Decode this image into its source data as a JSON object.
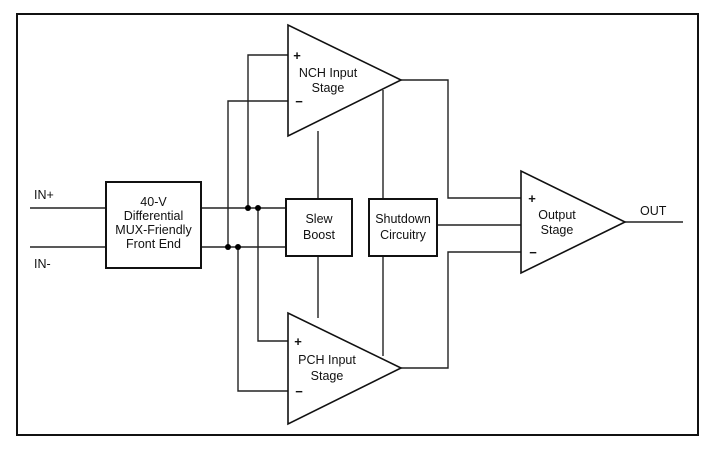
{
  "diagram": {
    "ports": {
      "in_plus": "IN+",
      "in_minus": "IN-",
      "out": "OUT"
    },
    "front_end": {
      "line1": "40-V",
      "line2": "Differential",
      "line3": "MUX-Friendly",
      "line4": "Front End"
    },
    "nch_stage": {
      "plus": "+",
      "minus": "−",
      "line1": "NCH Input",
      "line2": "Stage"
    },
    "pch_stage": {
      "plus": "+",
      "minus": "−",
      "line1": "PCH Input",
      "line2": "Stage"
    },
    "slew_boost": {
      "line1": "Slew",
      "line2": "Boost"
    },
    "shutdown": {
      "line1": "Shutdown",
      "line2": "Circuitry"
    },
    "output_stage": {
      "plus": "+",
      "minus": "−",
      "line1": "Output",
      "line2": "Stage"
    }
  }
}
